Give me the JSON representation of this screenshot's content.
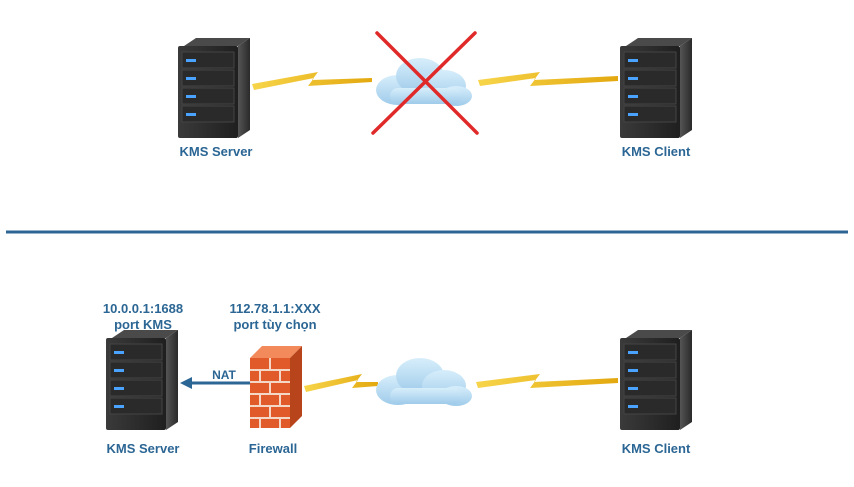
{
  "top": {
    "server_label": "KMS Server",
    "client_label": "KMS Client"
  },
  "bottom": {
    "server_address": "10.0.0.1:1688",
    "server_port": "port KMS",
    "firewall_address": "112.78.1.1:XXX",
    "firewall_port": "port tùy chọn",
    "nat_label": "NAT",
    "server_label": "KMS Server",
    "firewall_label": "Firewall",
    "client_label": "KMS Client"
  },
  "icons": {
    "server": "server-tower-icon",
    "cloud": "cloud-icon",
    "firewall": "brick-wall-icon",
    "blocked": "red-x-icon",
    "link": "lightning-link-icon"
  },
  "colors": {
    "label": "#2b6694",
    "divider": "#2b6694",
    "bolt": "#f5c518",
    "cross": "#e02a2a",
    "cloud": "#bfe0f5",
    "server_body": "#2e2e2e",
    "server_led": "#4aa3ff",
    "brick": "#e05a2a",
    "arrow": "#2b6694"
  }
}
